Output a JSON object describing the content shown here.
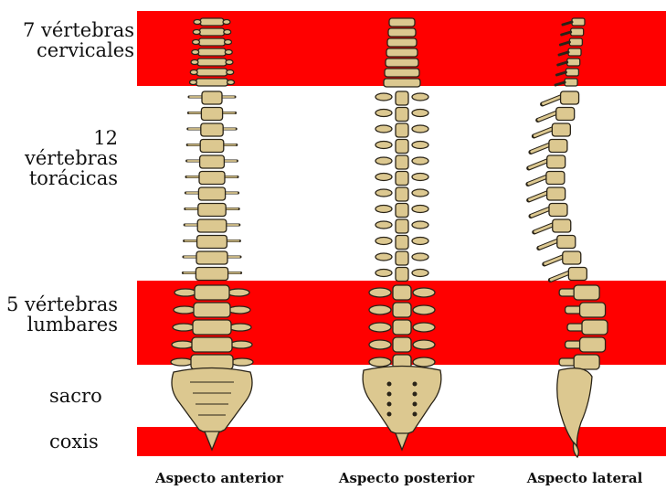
{
  "colors": {
    "band": "#ff0000",
    "bone": "#dcc890",
    "bone_dark": "#b8a46c",
    "outline": "#2a2418"
  },
  "regions": [
    {
      "line1": "7 vértebras",
      "line2": "cervicales"
    },
    {
      "line1": "12 vértebras",
      "line2": "torácicas"
    },
    {
      "line1": "5 vértebras",
      "line2": "lumbares"
    },
    {
      "line1": "sacro",
      "line2": ""
    },
    {
      "line1": "coxis",
      "line2": ""
    }
  ],
  "captions": [
    "Aspecto anterior",
    "Aspecto posterior",
    "Aspecto lateral"
  ]
}
